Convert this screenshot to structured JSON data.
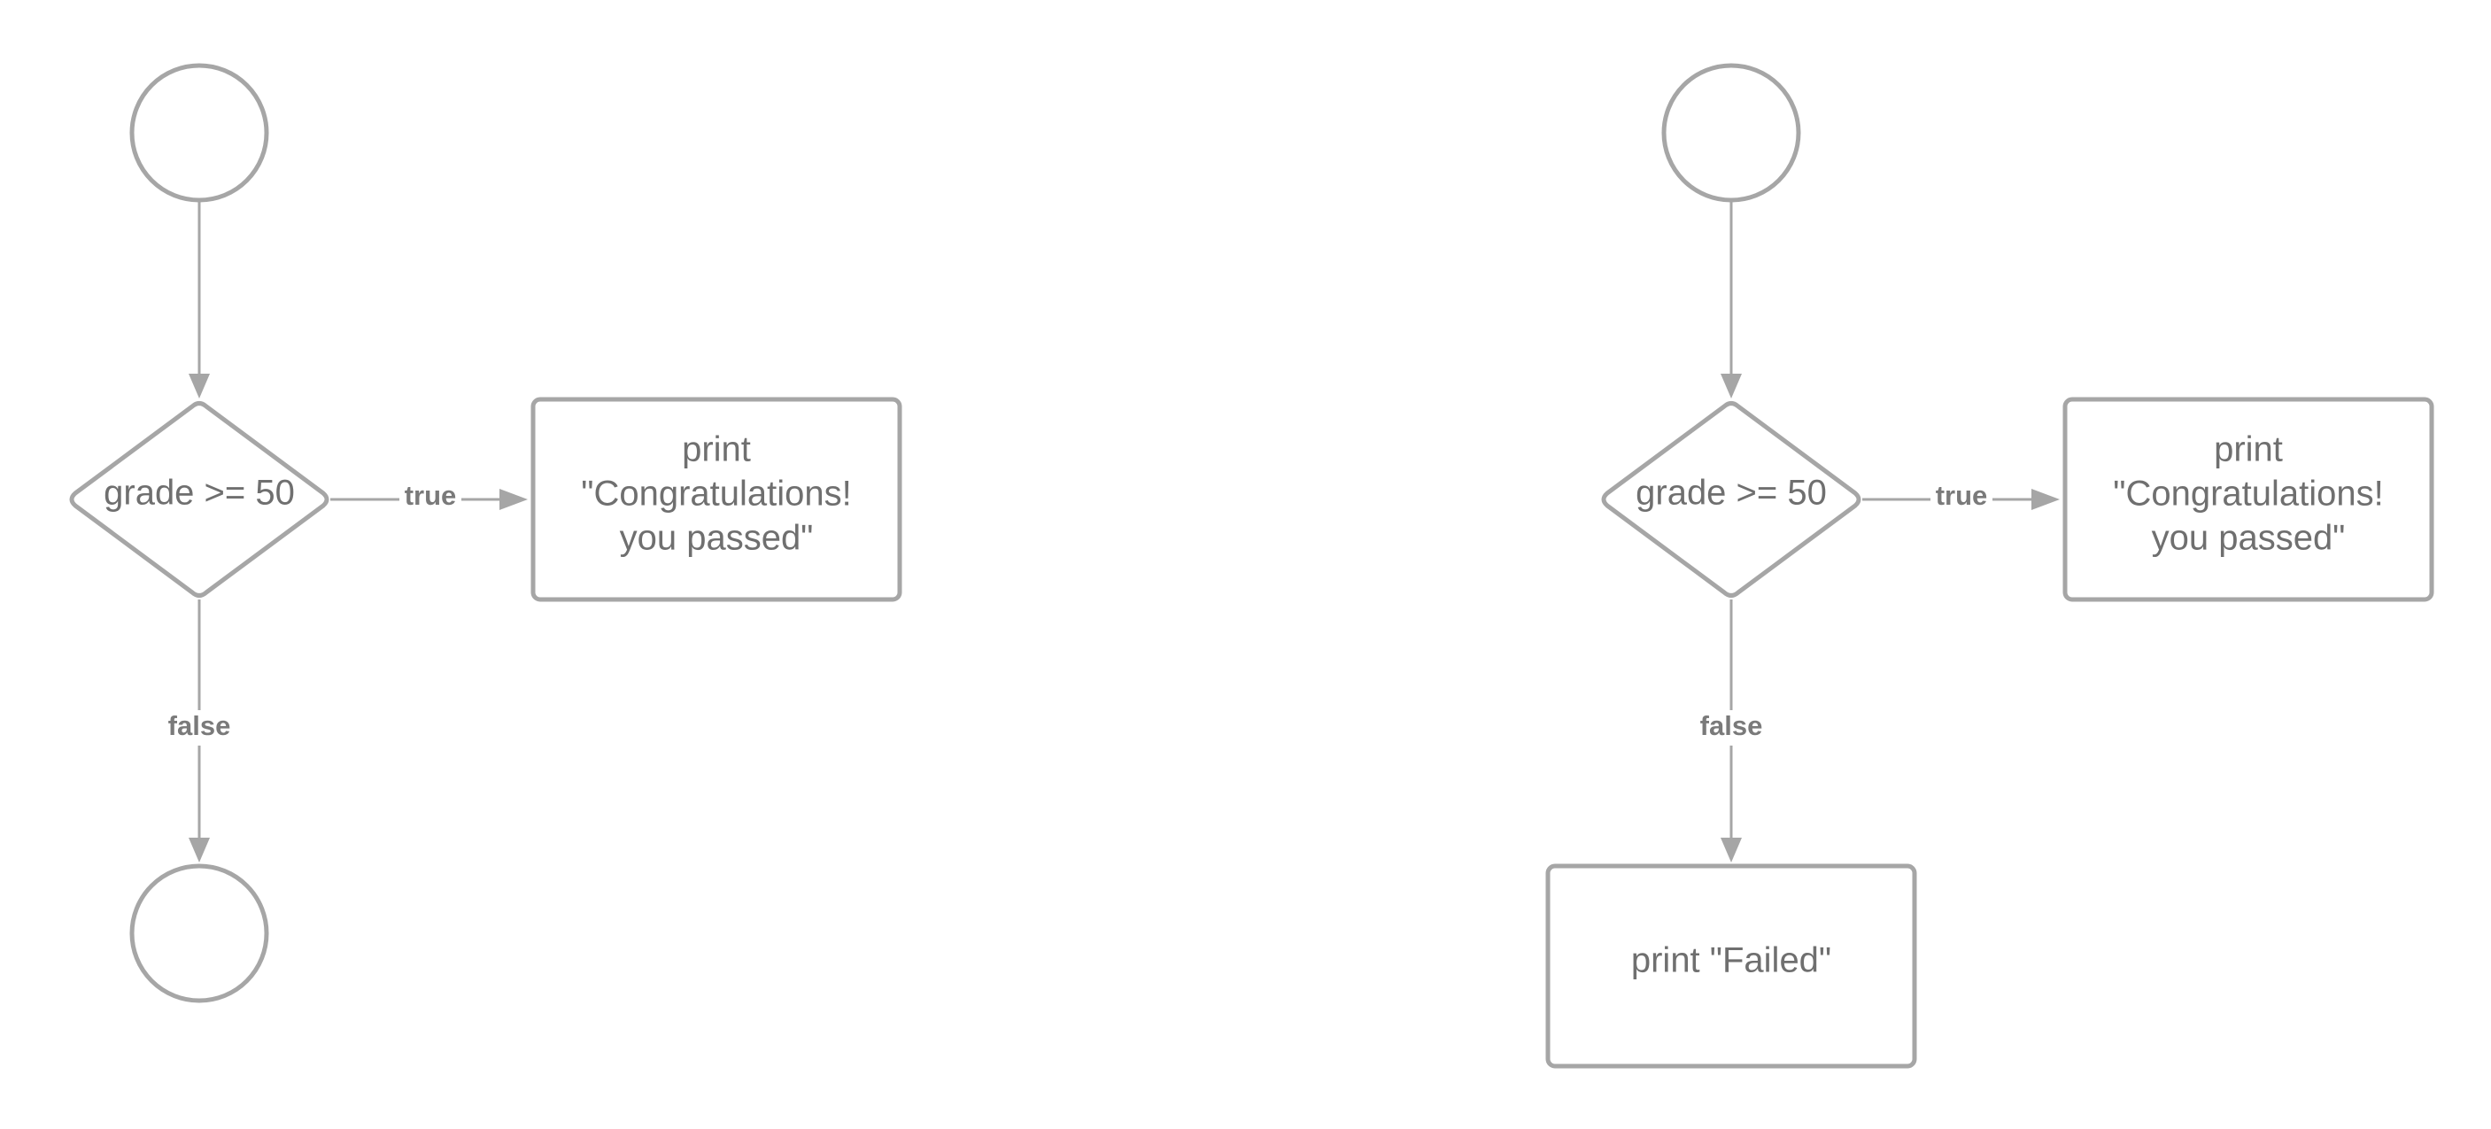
{
  "flowcharts": [
    {
      "decision": "grade >= 50",
      "true_label": "true",
      "false_label": "false",
      "true_action_lines": [
        "print",
        "\"Congratulations!",
        "you passed\""
      ],
      "false_action_lines": []
    },
    {
      "decision": "grade >= 50",
      "true_label": "true",
      "false_label": "false",
      "true_action_lines": [
        "print",
        "\"Congratulations!",
        "you passed\""
      ],
      "false_action_lines": [
        "print \"Failed\""
      ]
    }
  ],
  "colors": {
    "stroke": "#a6a6a6",
    "node_text": "#6f6f6f",
    "edge_label": "#7a7a7a",
    "background": "#ffffff"
  }
}
